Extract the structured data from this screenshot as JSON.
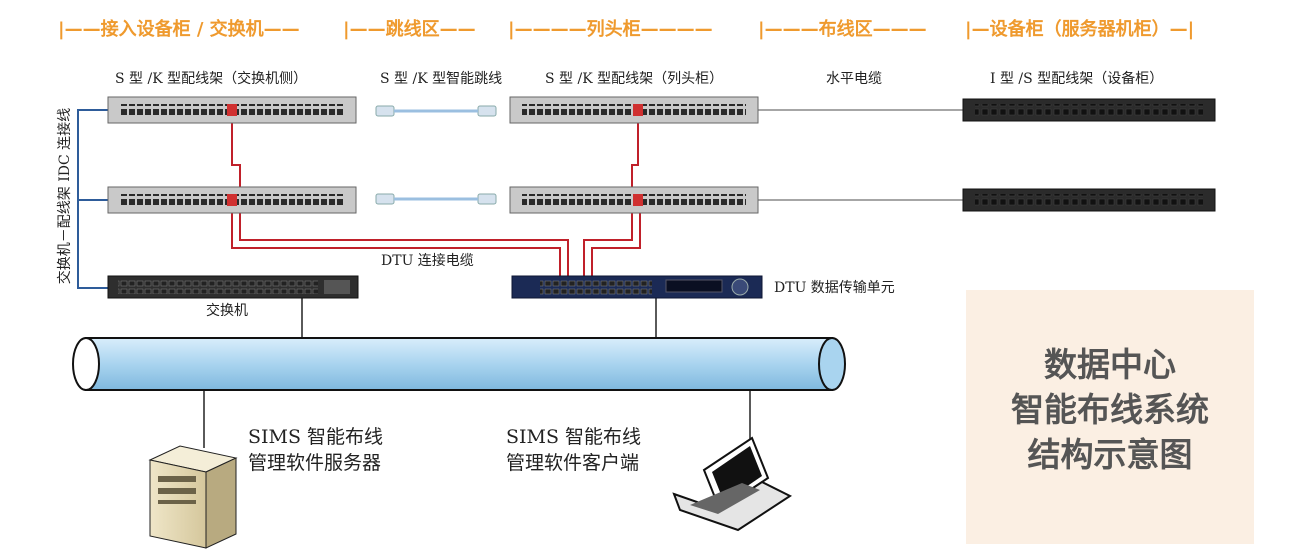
{
  "zones": [
    {
      "text": "|——接入设备柜 / 交换机——"
    },
    {
      "text": "|——跳线区——"
    },
    {
      "text": "|————列头柜————"
    },
    {
      "text": "|———布线区———"
    },
    {
      "text": "|—设备柜（服务器机柜）—|"
    }
  ],
  "labels": {
    "patch_switch_side": "S 型 /K 型配线架（交换机侧）",
    "smart_patch_cord": "S 型 /K 型智能跳线",
    "patch_column_head": "S 型 /K 型配线架（列头柜）",
    "horizontal_cable": "水平电缆",
    "patch_equipment": "I 型 /S 型配线架（设备柜）",
    "vertical_link": "交换机－配线架 IDC 连接线",
    "switch": "交换机",
    "dtu_cable": "DTU 连接电缆",
    "dtu_unit": "DTU 数据传输单元",
    "server_line1": "SIMS 智能布线",
    "server_line2": "管理软件服务器",
    "client_line1": "SIMS 智能布线",
    "client_line2": "管理软件客户端"
  },
  "title": {
    "line1": "数据中心",
    "line2": "智能布线系统",
    "line3": "结构示意图"
  },
  "colors": {
    "zone_text": "#ef9a2e",
    "red_cable": "#c0202a",
    "blue_link": "#2e5c9a",
    "title_bg": "#fbefe3",
    "bus_fill": "#a9d4ef"
  }
}
